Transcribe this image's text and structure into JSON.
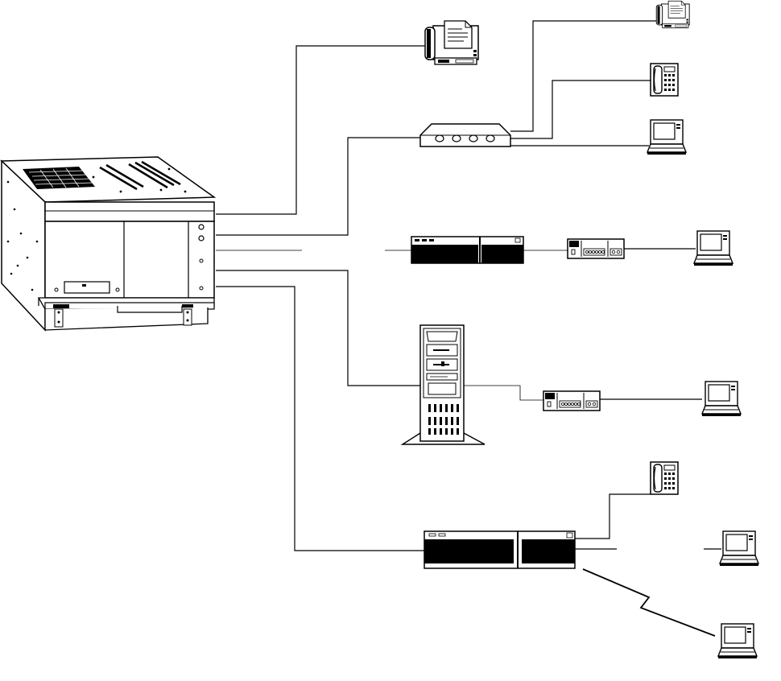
{
  "diagram": {
    "description_free": true,
    "colors": {
      "stroke": "#000000",
      "fill_dark": "#000000",
      "fill_light": "#ffffff",
      "fill_gray": "#e6e6e6"
    },
    "nodes": [
      {
        "id": "central-chassis",
        "icon": "equipment-chassis-icon"
      },
      {
        "id": "fax-top",
        "icon": "fax-machine-icon"
      },
      {
        "id": "fax-top-right",
        "icon": "fax-machine-icon"
      },
      {
        "id": "modem",
        "icon": "modem-icon"
      },
      {
        "id": "phone-top-right",
        "icon": "telephone-icon"
      },
      {
        "id": "laptop-top-right",
        "icon": "laptop-icon"
      },
      {
        "id": "rack-unit-mid",
        "icon": "rack-unit-icon"
      },
      {
        "id": "hub-mid",
        "icon": "network-hub-icon"
      },
      {
        "id": "laptop-mid",
        "icon": "laptop-icon"
      },
      {
        "id": "tower-server",
        "icon": "tower-server-icon"
      },
      {
        "id": "hub-lower",
        "icon": "network-hub-icon"
      },
      {
        "id": "laptop-lower",
        "icon": "laptop-icon"
      },
      {
        "id": "phone-bottom",
        "icon": "telephone-icon"
      },
      {
        "id": "rack-unit-bottom",
        "icon": "rack-unit-icon"
      },
      {
        "id": "laptop-bottom",
        "icon": "laptop-icon"
      },
      {
        "id": "laptop-wireless",
        "icon": "laptop-icon"
      }
    ],
    "links": [
      {
        "from": "central-chassis",
        "to": "fax-top",
        "type": "wired"
      },
      {
        "from": "central-chassis",
        "to": "modem",
        "type": "wired"
      },
      {
        "from": "central-chassis",
        "to": "rack-unit-mid",
        "type": "wired"
      },
      {
        "from": "central-chassis",
        "to": "tower-server",
        "type": "wired"
      },
      {
        "from": "central-chassis",
        "to": "rack-unit-bottom",
        "type": "wired"
      },
      {
        "from": "modem",
        "to": "fax-top-right",
        "type": "wired"
      },
      {
        "from": "modem",
        "to": "phone-top-right",
        "type": "wired"
      },
      {
        "from": "modem",
        "to": "laptop-top-right",
        "type": "wired"
      },
      {
        "from": "rack-unit-mid",
        "to": "hub-mid",
        "type": "wired"
      },
      {
        "from": "hub-mid",
        "to": "laptop-mid",
        "type": "wired"
      },
      {
        "from": "tower-server",
        "to": "hub-lower",
        "type": "wired"
      },
      {
        "from": "hub-lower",
        "to": "laptop-lower",
        "type": "wired"
      },
      {
        "from": "rack-unit-bottom",
        "to": "phone-bottom",
        "type": "wired"
      },
      {
        "from": "rack-unit-bottom",
        "to": "laptop-bottom",
        "type": "wired"
      },
      {
        "from": "rack-unit-bottom",
        "to": "laptop-wireless",
        "type": "wireless"
      }
    ]
  }
}
